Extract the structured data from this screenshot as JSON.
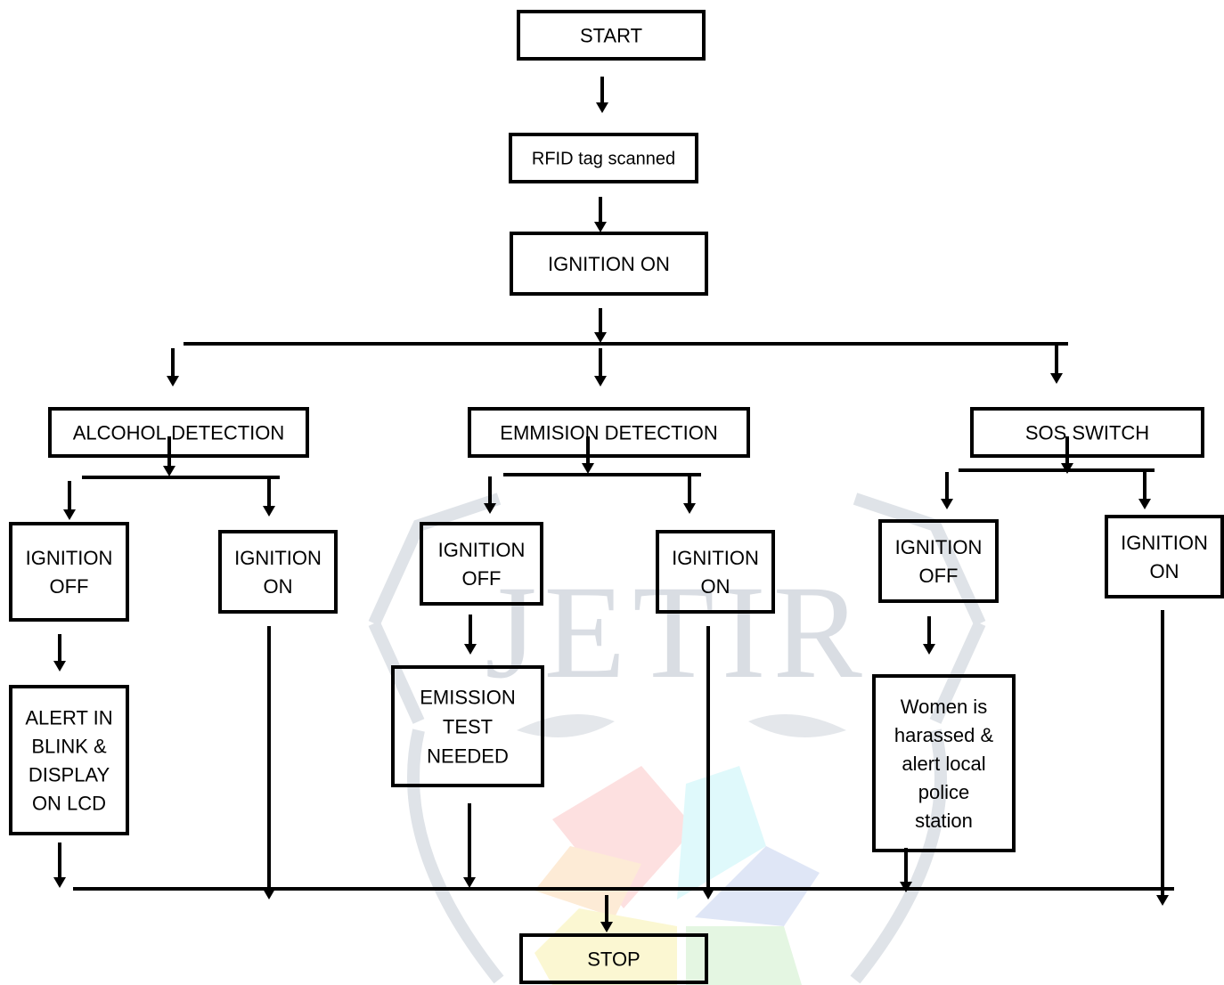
{
  "watermark": {
    "text": "JETIR"
  },
  "colors": {
    "stroke": "#000000",
    "text": "#000000",
    "watermark": "#d9dde3",
    "petal_red": "#fde0e0",
    "petal_cyan": "#dff9fb",
    "petal_blue": "#dfe6f6",
    "petal_orange": "#fdebd6",
    "petal_yellow": "#fbf7d2",
    "petal_green": "#e4f6e2"
  },
  "nodes": {
    "start": {
      "lines": [
        "START"
      ]
    },
    "rfid": {
      "lines": [
        "RFID tag scanned"
      ]
    },
    "ignition_on_main": {
      "lines": [
        "IGNITION ON"
      ]
    },
    "alcohol": {
      "lines": [
        "ALCOHOL DETECTION"
      ]
    },
    "emission": {
      "lines": [
        "EMMISION DETECTION"
      ]
    },
    "sos": {
      "lines": [
        "SOS SWITCH"
      ]
    },
    "alc_off": {
      "lines": [
        "IGNITION",
        "OFF"
      ]
    },
    "alc_on": {
      "lines": [
        "IGNITION",
        "ON"
      ]
    },
    "alc_alert": {
      "lines": [
        "ALERT IN",
        "BLINK &",
        "DISPLAY",
        "ON LCD"
      ]
    },
    "em_off": {
      "lines": [
        "IGNITION",
        "OFF"
      ]
    },
    "em_on": {
      "lines": [
        "IGNITION",
        "ON"
      ]
    },
    "em_test": {
      "lines": [
        "EMISSION",
        "TEST",
        "NEEDED"
      ]
    },
    "sos_off": {
      "lines": [
        "IGNITION",
        "OFF"
      ]
    },
    "sos_on": {
      "lines": [
        "IGNITION",
        "ON"
      ]
    },
    "sos_alert": {
      "lines": [
        "Women is",
        "harassed &",
        "alert local",
        "police",
        "station"
      ]
    },
    "stop": {
      "lines": [
        "STOP"
      ]
    }
  }
}
